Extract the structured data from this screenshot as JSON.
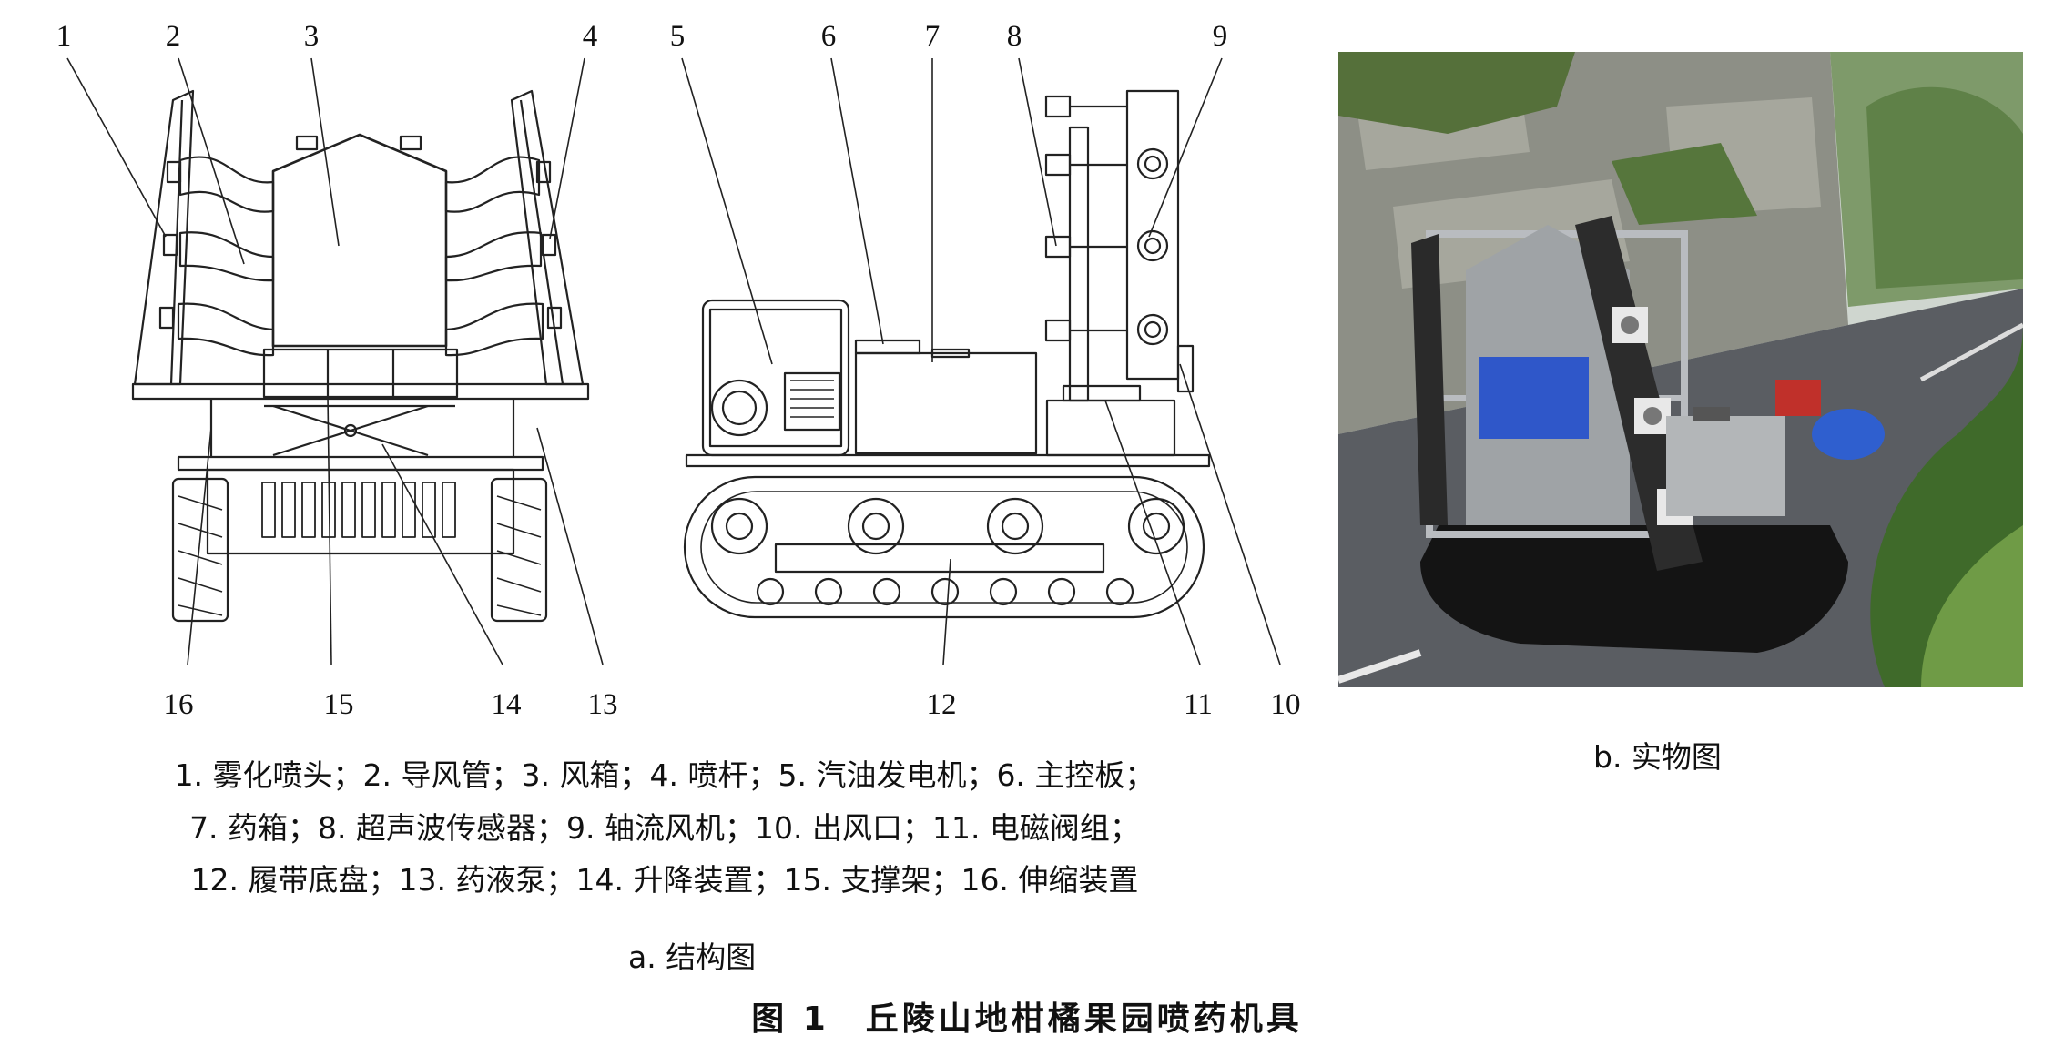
{
  "callouts": {
    "n1": "1",
    "n2": "2",
    "n3": "3",
    "n4": "4",
    "n5": "5",
    "n6": "6",
    "n7": "7",
    "n8": "8",
    "n9": "9",
    "n10": "10",
    "n11": "11",
    "n12": "12",
    "n13": "13",
    "n14": "14",
    "n15": "15",
    "n16": "16"
  },
  "legend": {
    "line1": "1. 雾化喷头；2. 导风管；3. 风箱；4. 喷杆；5. 汽油发电机；6. 主控板；",
    "line2": "7. 药箱；8. 超声波传感器；9. 轴流风机；10. 出风口；11. 电磁阀组；",
    "line3": "12. 履带底盘；13. 药液泵；14. 升降装置；15. 支撑架；16. 伸缩装置"
  },
  "captions": {
    "sub_a": "a. 结构图",
    "sub_b": "b. 实物图",
    "figure": "图 1　丘陵山地柑橘果园喷药机具"
  },
  "colors": {
    "line": "#222222",
    "photo_sky": "#cfd6cf",
    "photo_road": "#5a5d62",
    "tank_blue": "#2f57c9"
  }
}
